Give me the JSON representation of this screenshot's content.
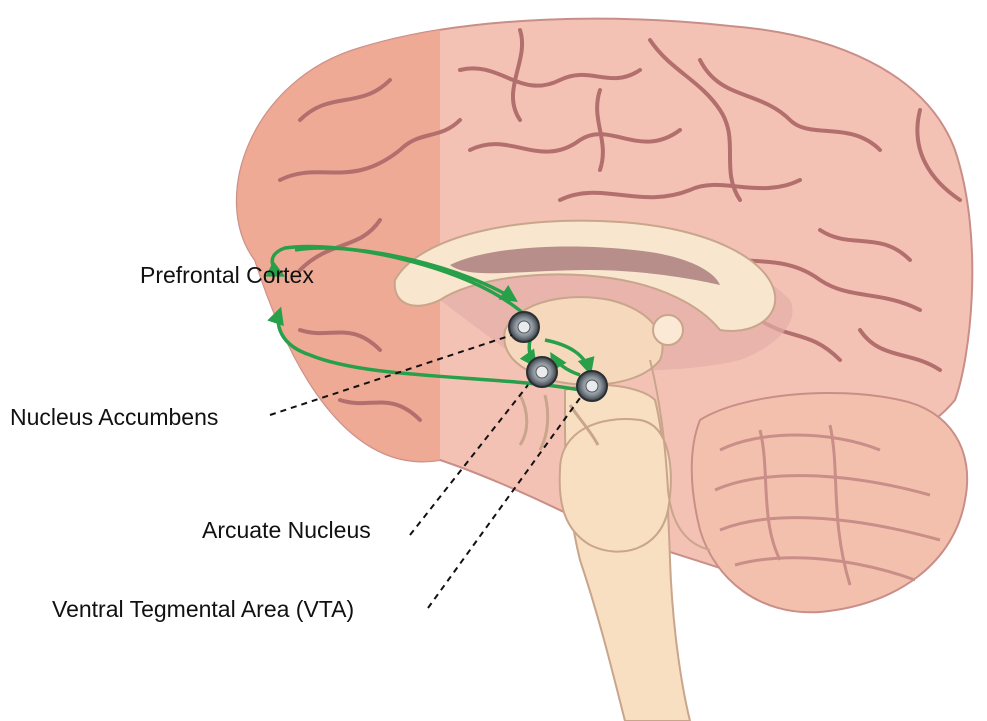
{
  "labels": {
    "prefrontal_cortex": "Prefrontal Cortex",
    "nucleus_accumbens": "Nucleus Accumbens",
    "arcuate_nucleus": "Arcuate Nucleus",
    "vta": "Ventral Tegmental Area (VTA)"
  },
  "colors": {
    "cortex": "#f4c2b4",
    "prefrontal": "#eda791",
    "sulcus": "#b36f6d",
    "brainstem": "#f8dfc2",
    "pathway": "#28a04a",
    "leader": "#111111"
  }
}
